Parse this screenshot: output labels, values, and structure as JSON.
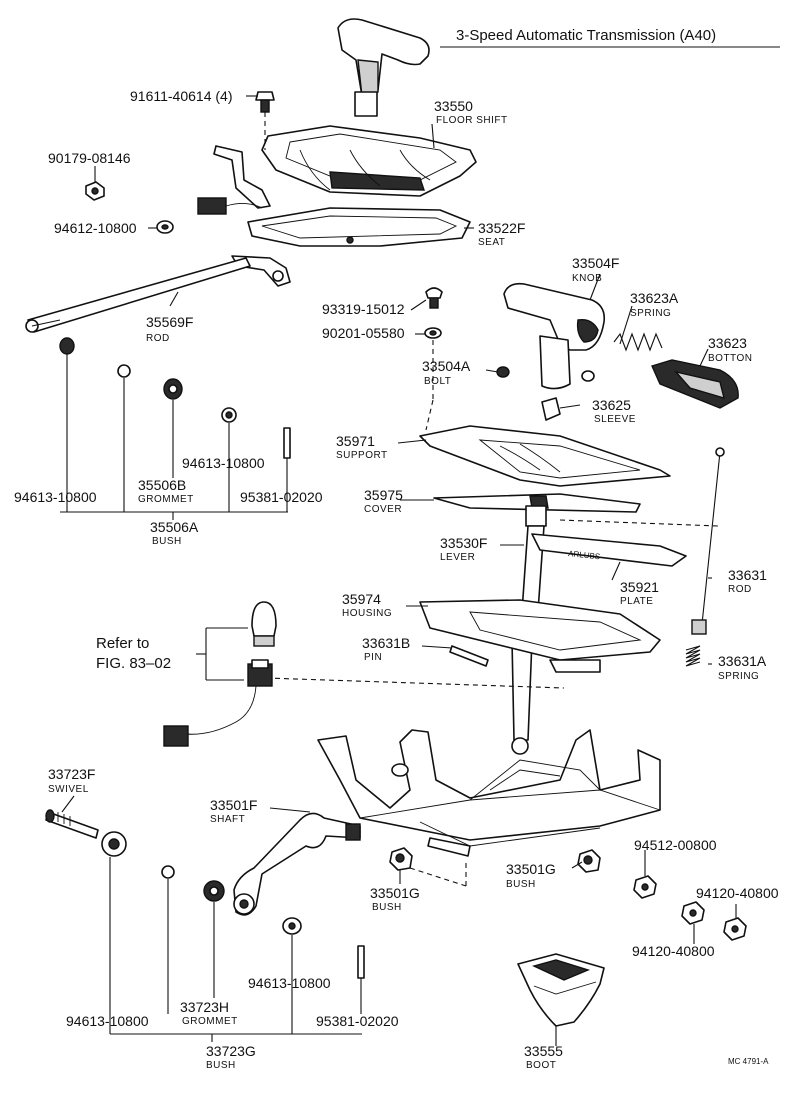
{
  "title": "3-Speed Automatic Transmission (A40)",
  "footer_code": "MC 4791-A",
  "refer": {
    "line1": "Refer to",
    "line2": "FIG. 83–02"
  },
  "labels": {
    "p91611": "91611-40614 (4)",
    "p33550": "33550",
    "p33550_cap": "FLOOR SHIFT",
    "p90179": "90179-08146",
    "p94612": "94612-10800",
    "p33522F": "33522F",
    "p33522F_cap": "SEAT",
    "p35569F": "35569F",
    "p35569F_cap": "ROD",
    "p33504F": "33504F",
    "p33504F_cap": "KNOB",
    "p93319": "93319-15012",
    "p90201": "90201-05580",
    "p33623A": "33623A",
    "p33623A_cap": "SPRING",
    "p33623": "33623",
    "p33623_cap": "BOTTON",
    "p33504A": "33504A",
    "p33504A_cap": "BOLT",
    "p33625": "33625",
    "p33625_cap": "SLEEVE",
    "p35971": "35971",
    "p35971_cap": "SUPPORT",
    "p94613_a": "94613-10800",
    "p94613_b": "94613-10800",
    "p35506B": "35506B",
    "p35506B_cap": "GROMMET",
    "p95381_a": "95381-02020",
    "p35506A": "35506A",
    "p35506A_cap": "BUSH",
    "p35975": "35975",
    "p35975_cap": "COVER",
    "p33530F": "33530F",
    "p33530F_cap": "LEVER",
    "p35921": "35921",
    "p35921_cap": "PLATE",
    "p33631": "33631",
    "p33631_cap": "ROD",
    "p35974": "35974",
    "p35974_cap": "HOUSING",
    "p33631B": "33631B",
    "p33631B_cap": "PIN",
    "p33631A": "33631A",
    "p33631A_cap": "SPRING",
    "p33723F": "33723F",
    "p33723F_cap": "SWIVEL",
    "p33501F": "33501F",
    "p33501F_cap": "SHAFT",
    "p94512": "94512-00800",
    "p33501G_a": "33501G",
    "p33501G_a_cap": "BUSH",
    "p33501G_b": "33501G",
    "p33501G_b_cap": "BUSH",
    "p94120_a": "94120-40800",
    "p94120_b": "94120-40800",
    "p94613_c": "94613-10800",
    "p94613_d": "94613-10800",
    "p33723H": "33723H",
    "p33723H_cap": "GROMMET",
    "p95381_b": "95381-02020",
    "p33723G": "33723G",
    "p33723G_cap": "BUSH",
    "p33555": "33555",
    "p33555_cap": "BOOT",
    "plate_text": "ARLUBS"
  }
}
